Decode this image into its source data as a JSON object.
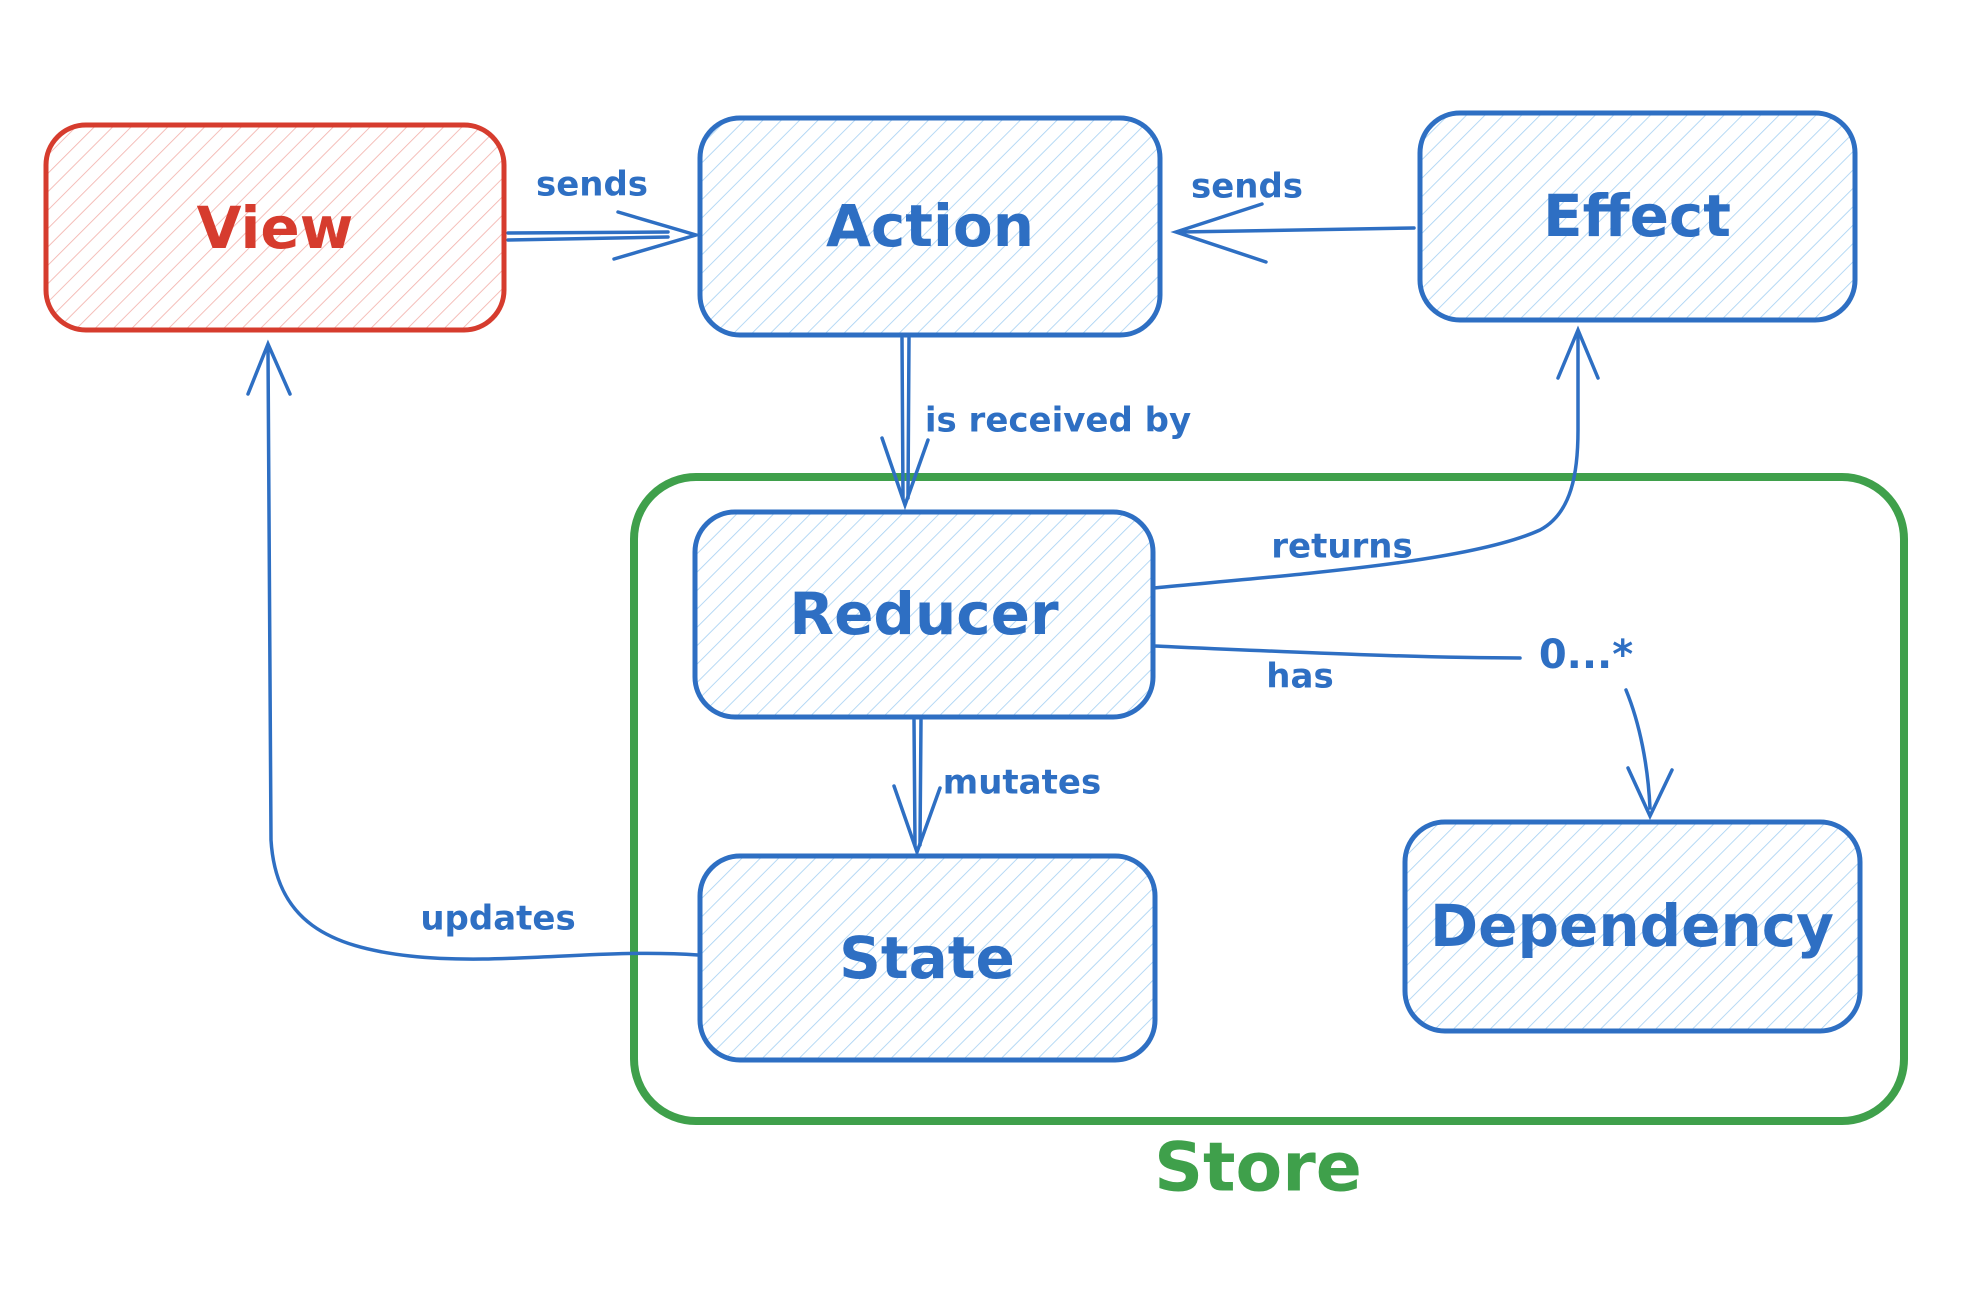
{
  "diagram": {
    "colors": {
      "red_stroke": "#d63c2e",
      "red_hatch": "#f3b3ad",
      "blue_stroke": "#2e6fc3",
      "blue_hatch": "#a9d2f3",
      "green_stroke": "#3fa04b"
    },
    "nodes": {
      "view": {
        "label": "View"
      },
      "action": {
        "label": "Action"
      },
      "effect": {
        "label": "Effect"
      },
      "reducer": {
        "label": "Reducer"
      },
      "state": {
        "label": "State"
      },
      "dependency": {
        "label": "Dependency"
      }
    },
    "container": {
      "label": "Store"
    },
    "edges": {
      "view_action": {
        "label": "sends"
      },
      "effect_action": {
        "label": "sends"
      },
      "action_reducer": {
        "label": "is received by"
      },
      "reducer_effect": {
        "label": "returns"
      },
      "reducer_dependency": {
        "label": "has",
        "multiplicity": "0...*"
      },
      "reducer_state": {
        "label": "mutates"
      },
      "state_view": {
        "label": "updates"
      }
    }
  }
}
